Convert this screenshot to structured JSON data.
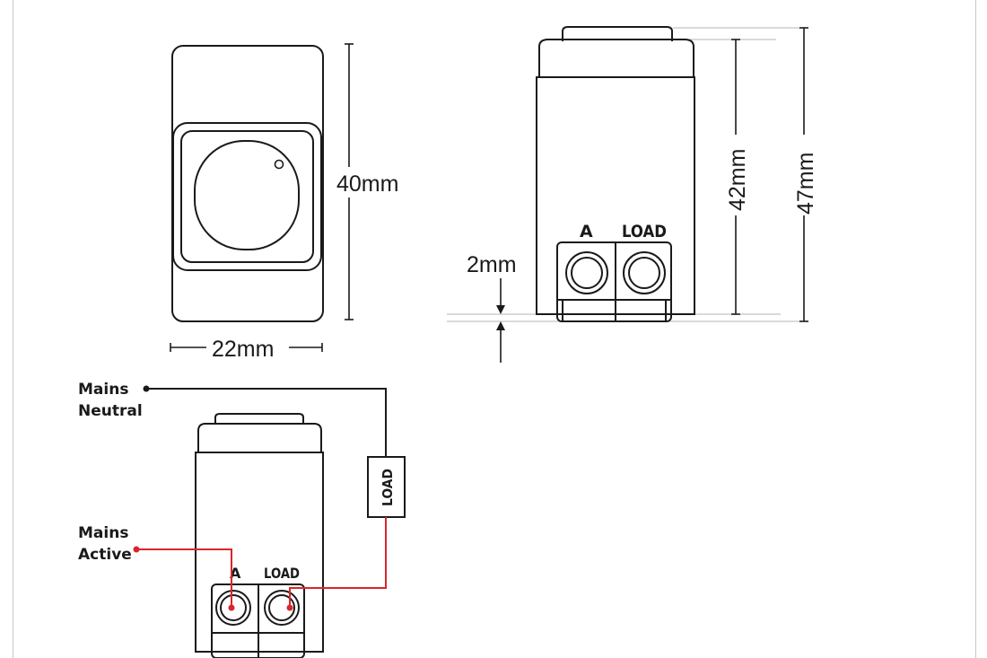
{
  "colors": {
    "line": "#1a1a1a",
    "active_wire": "#d9262c",
    "guide": "#b4b4b4",
    "background": "#ffffff"
  },
  "front_view": {
    "height_label": "40mm",
    "width_label": "22mm"
  },
  "side_view": {
    "terminal_a_label": "A",
    "terminal_load_label": "LOAD",
    "gap_label": "2mm",
    "body_height_label": "42mm",
    "total_height_label": "47mm"
  },
  "wiring": {
    "neutral_label_line1": "Mains",
    "neutral_label_line2": "Neutral",
    "active_label_line1": "Mains",
    "active_label_line2": "Active",
    "terminal_a_label": "A",
    "terminal_load_label": "LOAD",
    "load_box_label": "LOAD"
  }
}
